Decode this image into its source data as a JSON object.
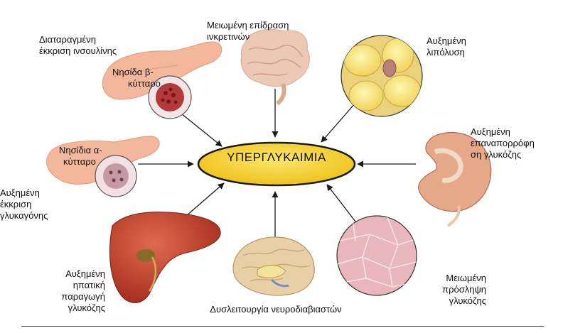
{
  "center": {
    "label": "ΥΠΕΡΓΛΥΚΑΙΜΙΑ",
    "fill": "#f6d21f",
    "stroke": "#1a1a1a"
  },
  "factors": [
    {
      "id": "insulin",
      "lines": [
        "Διαταραγμένη",
        "έκκριση ινσουλίνης"
      ],
      "organ": "pancreas",
      "inset_lines": [
        "Νησίδα β-",
        "κύτταρο"
      ]
    },
    {
      "id": "incretin",
      "lines": [
        "Μειωμένη επίδραση",
        "ινκρετινών"
      ],
      "organ": "intestine"
    },
    {
      "id": "lipolysis",
      "lines": [
        "Αυξημένη",
        "λιπόλυση"
      ],
      "organ": "adipose"
    },
    {
      "id": "glucagon",
      "lines": [
        "Αυξημένη",
        "έκκριση",
        "γλυκαγόνης"
      ],
      "organ": "pancreas",
      "inset_lines": [
        "Νησίδια α-",
        "κύτταρο"
      ]
    },
    {
      "id": "kidney",
      "lines": [
        "Αυξημένη",
        "επαναπορρόφη",
        "ση γλυκόζης"
      ],
      "organ": "kidney"
    },
    {
      "id": "liver",
      "lines": [
        "Αυξημένη",
        "ηπατική",
        "παραγωγή",
        "γλυκόζης"
      ],
      "organ": "liver"
    },
    {
      "id": "brain",
      "lines": [
        "Δυσλειτουργία νευροδιαβιαστών"
      ],
      "organ": "brain"
    },
    {
      "id": "muscle",
      "lines": [
        "Μειωμένη",
        "πρόσληψη",
        "γλυκόζης"
      ],
      "organ": "muscle"
    }
  ],
  "colors": {
    "pancreas": "#f3b79b",
    "intestine": "#ecc9b4",
    "fat": "#f5e58a",
    "kidney": "#e5a98a",
    "liver": "#c8442e",
    "brain": "#e9cfa5",
    "muscle": "#e9b6bd",
    "arrow": "#1a1a1a"
  }
}
